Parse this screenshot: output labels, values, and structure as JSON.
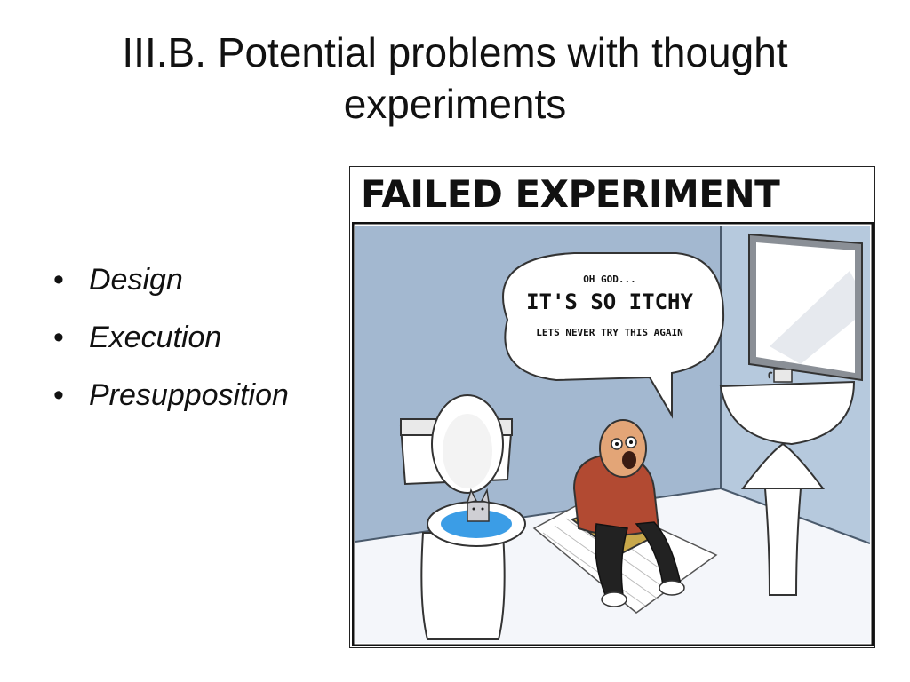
{
  "slide": {
    "title": "III.B. Potential problems with thought experiments",
    "bullet_glyph": "•",
    "bullets": [
      "Design",
      "Execution",
      "Presupposition"
    ]
  },
  "comic": {
    "title": "FAILED EXPERIMENT",
    "speech": {
      "line1": "OH GOD...",
      "line2": "IT'S SO ITCHY",
      "line3": "LETS NEVER TRY THIS AGAIN"
    }
  }
}
